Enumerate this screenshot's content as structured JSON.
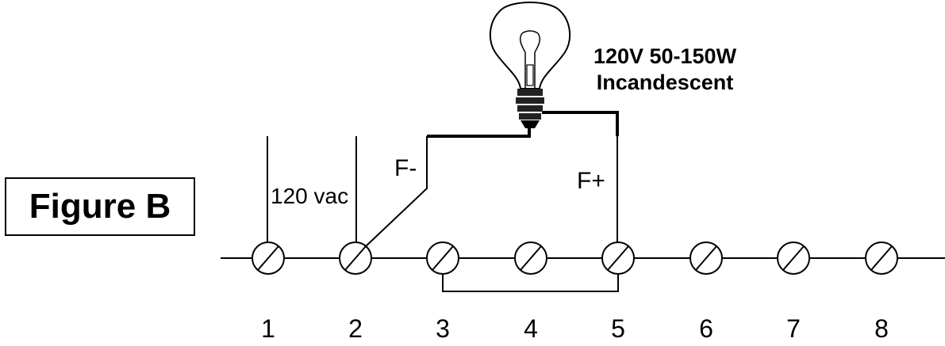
{
  "figure_label": "Figure B",
  "lamp": {
    "rating_line1": "120V 50-150W",
    "rating_line2": "Incandescent"
  },
  "wire_labels": {
    "supply": "120 vac",
    "f_minus": "F-",
    "f_plus": "F+"
  },
  "terminals": [
    "1",
    "2",
    "3",
    "4",
    "5",
    "6",
    "7",
    "8"
  ]
}
